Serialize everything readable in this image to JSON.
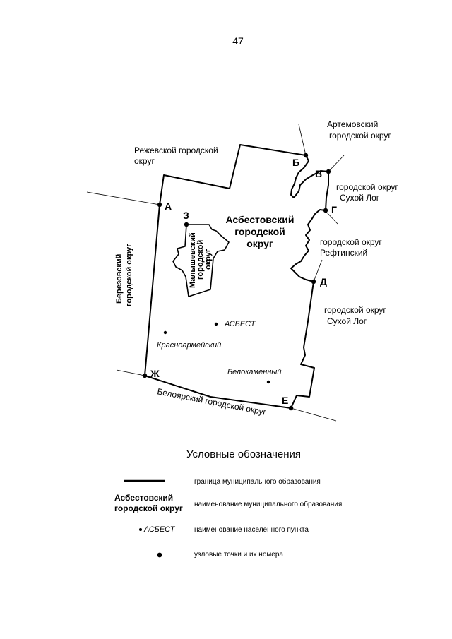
{
  "page_number": "47",
  "map": {
    "main_region": {
      "line1": "Асбестовский",
      "line2": "городской",
      "line3": "округ"
    },
    "neighbors": {
      "artemovsky": {
        "line1": "Артемовский",
        "line2": "городской округ"
      },
      "rezhevskoy": {
        "line1": "Режевской городской",
        "line2": "округ"
      },
      "sukhoy_log_1": {
        "line1": "городской округ",
        "line2": "Сухой Лог"
      },
      "reftinsky": {
        "line1": "городской округ",
        "line2": "Рефтинский"
      },
      "sukhoy_log_2": {
        "line1": "городской округ",
        "line2": "Сухой Лог"
      },
      "berezovsky": {
        "line1": "Березовский",
        "line2": "городской округ"
      },
      "malyshevsky": {
        "line1": "Малышевский",
        "line2": "городской",
        "line3": "округ"
      },
      "beloyarsky": "Белоярский городской округ"
    },
    "nodes": {
      "a": "А",
      "b": "Б",
      "v": "В",
      "g": "Г",
      "d": "Д",
      "e": "Е",
      "zh": "Ж",
      "z": "З"
    },
    "settlements": {
      "asbest": "АСБЕСТ",
      "krasnoarmeysky": "Красноармейский",
      "belokamenny": "Белокаменный"
    }
  },
  "legend": {
    "title": "Условные обозначения",
    "boundary": "граница муниципального образования",
    "name_sample_line1": "Асбестовский",
    "name_sample_line2": "городской округ",
    "name_desc": "наименование муниципального образования",
    "settlement_sample": "АСБЕСТ",
    "settlement_desc": "наименование населенного пункта",
    "nodes_desc": "узловые точки и их номера"
  }
}
